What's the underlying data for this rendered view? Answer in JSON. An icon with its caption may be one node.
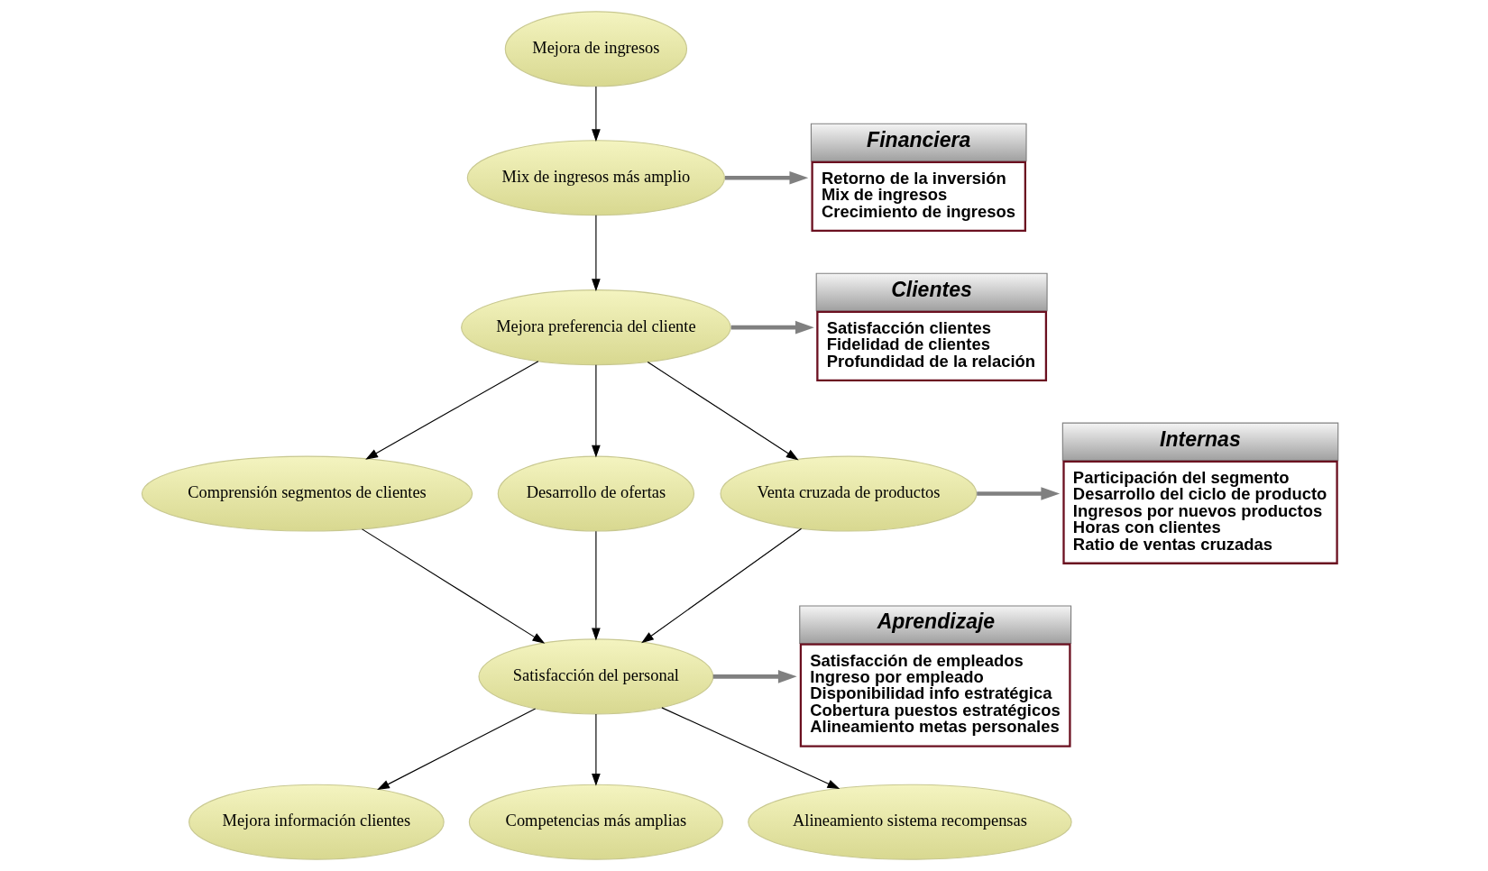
{
  "diagram": {
    "nodes": [
      {
        "text": [
          "Mejora de ingresos"
        ]
      },
      {
        "text": [
          "Mix de ingresos más amplio"
        ]
      },
      {
        "text": [
          "Mejora preferencia del cliente"
        ]
      },
      {
        "text": [
          "Comprensión segmentos de clientes"
        ]
      },
      {
        "text": [
          "Desarrollo de ofertas"
        ]
      },
      {
        "text": [
          "Venta cruzada de productos"
        ]
      },
      {
        "text": [
          "Satisfacción del personal"
        ]
      },
      {
        "text": [
          "Mejora información clientes"
        ]
      },
      {
        "text": [
          "Competencias más amplias"
        ]
      },
      {
        "text": [
          "Alineamiento sistema recompensas"
        ]
      },
      {
        "text": [
          "Financiera",
          "Retorno de la inversión",
          "Mix de ingresos",
          "Crecimiento de ingresos"
        ]
      },
      {
        "text": [
          "Clientes",
          "Satisfacción clientes",
          "Fidelidad de clientes",
          "Profundidad de la relación"
        ]
      },
      {
        "text": [
          "Internas",
          "Participación del segmento",
          "Desarrollo del ciclo de producto",
          "Ingresos por nuevos productos",
          "Horas con clientes",
          "Ratio de ventas cruzadas"
        ]
      },
      {
        "text": [
          "Aprendizaje",
          "Satisfacción de empleados",
          "Ingreso por empleado",
          "Disponibilidad info estratégica",
          "Cobertura puestos estratégicos",
          "Alineamiento metas personales"
        ]
      }
    ],
    "edges": [
      {
        "from": 0,
        "to": 1,
        "arrow": "to"
      },
      {
        "from": 1,
        "to": 2,
        "arrow": "to"
      },
      {
        "from": 2,
        "to": 3,
        "arrow": "to"
      },
      {
        "from": 2,
        "to": 4,
        "arrow": "to"
      },
      {
        "from": 2,
        "to": 5,
        "arrow": "to"
      },
      {
        "from": 3,
        "to": 6,
        "arrow": "to"
      },
      {
        "from": 4,
        "to": 6,
        "arrow": "to"
      },
      {
        "from": 5,
        "to": 6,
        "arrow": "to"
      },
      {
        "from": 6,
        "to": 7,
        "arrow": "to"
      },
      {
        "from": 6,
        "to": 8,
        "arrow": "to"
      },
      {
        "from": 6,
        "to": 9,
        "arrow": "to"
      },
      {
        "from": 1,
        "to": 10,
        "arrow": "to",
        "style": "thick",
        "color": "#808080"
      },
      {
        "from": 2,
        "to": 11,
        "arrow": "to",
        "style": "thick",
        "color": "#808080"
      },
      {
        "from": 5,
        "to": 12,
        "arrow": "to",
        "style": "thick",
        "color": "#808080"
      },
      {
        "from": 6,
        "to": 13,
        "arrow": "to",
        "style": "thick",
        "color": "#808080"
      }
    ]
  }
}
